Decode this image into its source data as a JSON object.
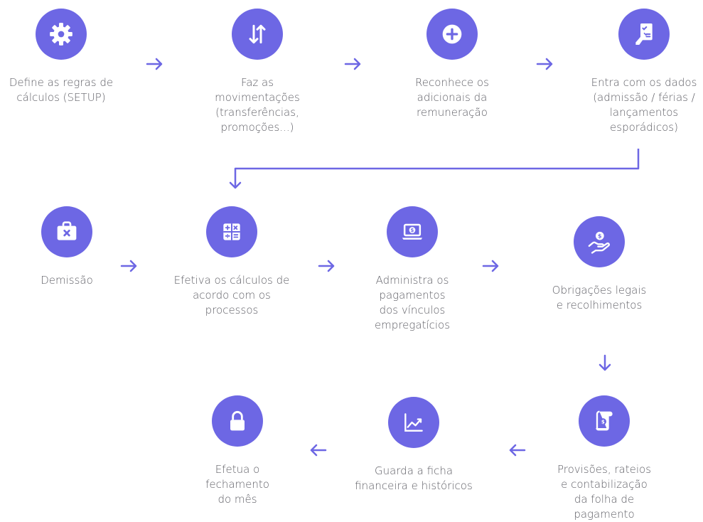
{
  "accent_color": "#6d67e4",
  "text_color": "#5f5f66",
  "steps": [
    {
      "label": "Define as  regras de\ncálculos (SETUP)",
      "icon": "gear-icon"
    },
    {
      "label": "Faz as\nmovimentações\n(transferências,\npromoções...)",
      "icon": "swap-vertical-icon"
    },
    {
      "label": "Reconhece os\nadicionais da\nremuneração",
      "icon": "plus-icon"
    },
    {
      "label": "Entra com os dados\n(admissão / férias /\nlançamentos\nesporádicos)",
      "icon": "form-entry-icon"
    },
    {
      "label": "Demissão",
      "icon": "briefcase-x-icon"
    },
    {
      "label": "Efetiva os cálculos de\nacordo com os\nprocessos",
      "icon": "calculator-icon"
    },
    {
      "label": "Administra os\npagamentos\ndos vínculos\nempregatícios",
      "icon": "laptop-money-icon"
    },
    {
      "label": "Obrigações legais\ne recolhimentos",
      "icon": "hand-coin-icon"
    },
    {
      "label": "Provisões, rateios\ne contabilização\nda folha de\npagamento",
      "icon": "money-scroll-icon"
    },
    {
      "label": "Guarda a ficha\nfinanceira e históricos",
      "icon": "chart-growth-icon"
    },
    {
      "label": "Efetua o\nfechamento\ndo mês",
      "icon": "lock-icon"
    }
  ]
}
